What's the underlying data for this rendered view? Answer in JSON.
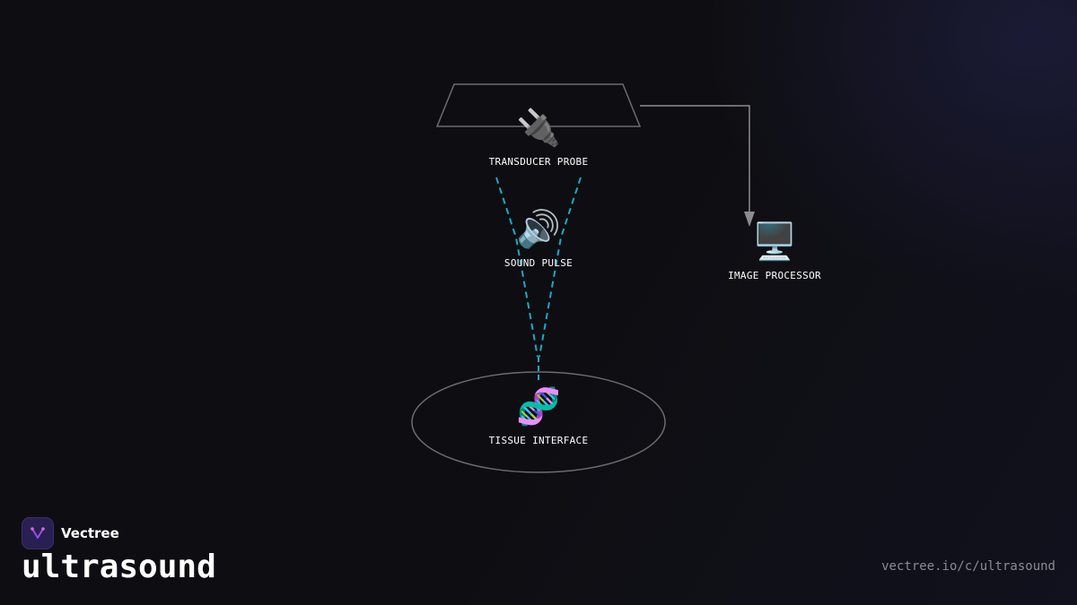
{
  "nodes": {
    "transducer": {
      "icon": "electric-plug-icon",
      "glyph": "🔌",
      "label": "TRANSDUCER PROBE"
    },
    "pulse": {
      "icon": "speaker-icon",
      "glyph": "🔊",
      "label": "SOUND PULSE"
    },
    "processor": {
      "icon": "desktop-computer-icon",
      "glyph": "🖥️",
      "label": "IMAGE PROCESSOR"
    },
    "tissue": {
      "icon": "dna-icon",
      "glyph": "🧬",
      "label": "TISSUE INTERFACE"
    }
  },
  "colors": {
    "background": "#0e0e12",
    "shape_stroke": "#6b6b70",
    "beam": "#1ea7c9",
    "arrow": "#8c8c90",
    "brand_logo_bg": "#2a1f52",
    "brand_logo_mark": "#b44fd6",
    "url_text": "#8a8a92"
  },
  "brand": {
    "name": "Vectree",
    "logo_icon": "vectree-logo-icon"
  },
  "title": "ultrasound",
  "url": "vectree.io/c/ultrasound"
}
